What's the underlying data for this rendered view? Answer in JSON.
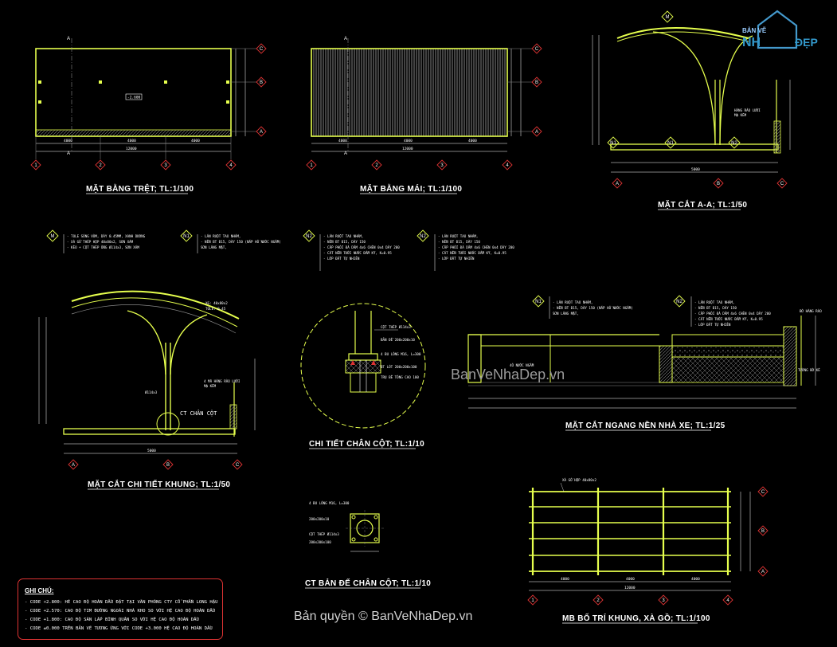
{
  "titles": {
    "floor_plan": "MẶT BẰNG TRỆT; TL:1/100",
    "roof_plan": "MẶT BẰNG MÁI; TL:1/100",
    "section_aa": "MẶT CẮT A-A; TL:1/50",
    "frame_detail": "MẶT CẮT CHI TIẾT KHUNG; TL:1/50",
    "column_foot": "CHI TIẾT CHÂN CỘT; TL:1/10",
    "floor_section": "MẶT CẮT NGANG NỀN NHÀ XE; TL:1/25",
    "base_plate": "CT BẢN ĐẾ CHÂN CỘT; TL:1/10",
    "frame_layout": "MB BỐ TRÍ KHUNG, XÀ GỒ; TL:1/100"
  },
  "labels": {
    "col_foot_callout": "CT CHÂN CỘT",
    "floor_code": "-2.600",
    "m": "M",
    "n1": "N1",
    "n2": "N2",
    "purlin": "XÀ GỒ HỘP 40x80x2"
  },
  "axes": {
    "numbers": [
      "1",
      "2",
      "3",
      "4"
    ],
    "letters": [
      "A",
      "B",
      "C"
    ]
  },
  "dims": {
    "span": "4000",
    "total": "12000",
    "depth": "5000"
  },
  "legend": {
    "heading": "GHI CHÚ:",
    "rows": [
      "- CODE +2.800: HÉ CAO ĐỘ HOÀN DẦU ĐẶT TẠI VĂN PHÒNG CTY CỔ PHẦN LONG HẬU",
      "- CODE +2.570: CAO ĐỘ TIM ĐƯỜNG NGOÀI NHÀ KHO SO VỚI HỆ CAO ĐỘ HOÀN DẦU",
      "- CODE +1.800: CAO ĐỘ SÀN LẮP BÌNH QUÂN SO VỚI HỆ CAO ĐỘ HOÀN DẦU",
      "- CODE ±0.000 TRÊN BẢN VẼ TƯƠNG ỨNG VỚI CODE +3.000 HỆ CAO ĐỘ HOÀN DẦU"
    ]
  },
  "watermark": "BanVeNhaDep.vn",
  "copyright": "Bản quyền © BanVeNhaDep.vn",
  "logo": {
    "top": "BẢN VẼ",
    "nh": "NH",
    "dep": "ĐẸP"
  },
  "colors": {
    "background": "#000000",
    "outline": "#e6ff4d",
    "dimension": "#ffffff",
    "axis_bubble": "#d33333",
    "legend_border": "#dd3333"
  }
}
